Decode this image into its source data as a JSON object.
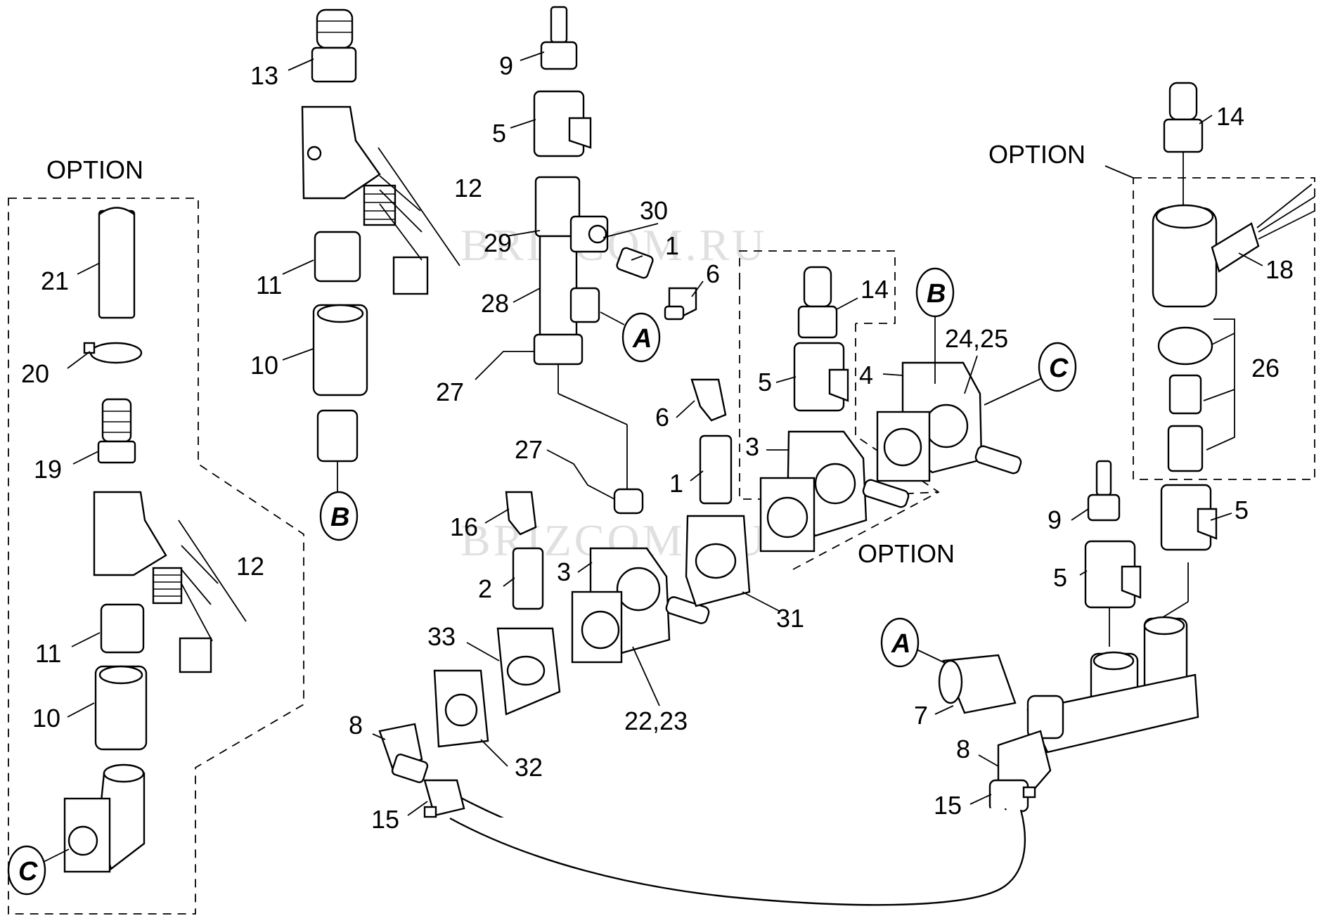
{
  "watermarks": [
    "BRIZCOM.RU",
    "BRIZCOM.RU"
  ],
  "option_labels": [
    "OPTION",
    "OPTION",
    "OPTION"
  ],
  "callouts": [
    "A",
    "A",
    "B",
    "B",
    "C",
    "C"
  ],
  "part_labels": [
    "13",
    "9",
    "5",
    "12",
    "30",
    "29",
    "1",
    "6",
    "28",
    "11",
    "10",
    "27",
    "21",
    "20",
    "19",
    "12",
    "11",
    "10",
    "14",
    "5",
    "4",
    "24,25",
    "6",
    "3",
    "1",
    "27",
    "16",
    "3",
    "2",
    "33",
    "22,23",
    "31",
    "32",
    "8",
    "15",
    "14",
    "18",
    "26",
    "9",
    "5",
    "5",
    "7",
    "8",
    "15"
  ]
}
